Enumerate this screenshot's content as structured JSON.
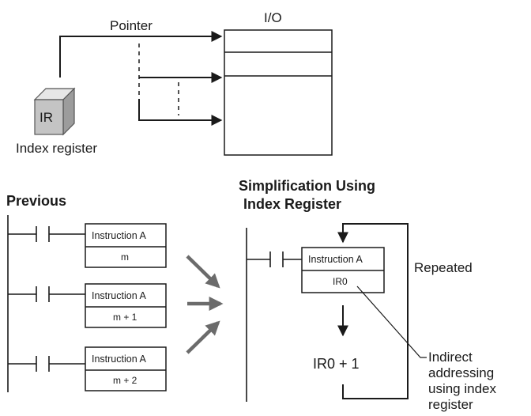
{
  "top": {
    "pointer_label": "Pointer",
    "io_label": "I/O",
    "ir_box_label": "IR",
    "index_register_label": "Index register"
  },
  "previous": {
    "heading": "Previous",
    "blocks": [
      {
        "instruction": "Instruction A",
        "operand": "m"
      },
      {
        "instruction": "Instruction A",
        "operand": "m + 1"
      },
      {
        "instruction": "Instruction A",
        "operand": "m + 2"
      }
    ]
  },
  "simplified": {
    "heading_line1": "Simplification Using",
    "heading_line2": "Index Register",
    "instruction": "Instruction A",
    "operand": "IR0",
    "repeated_label": "Repeated",
    "increment_label": "IR0 + 1",
    "annotation": [
      "Indirect",
      "addressing",
      "using index",
      "register"
    ]
  },
  "colors": {
    "line": "#1a1a1a",
    "arrow_gray": "#6b6b6b",
    "cube_gray": "#bdbdbd"
  }
}
